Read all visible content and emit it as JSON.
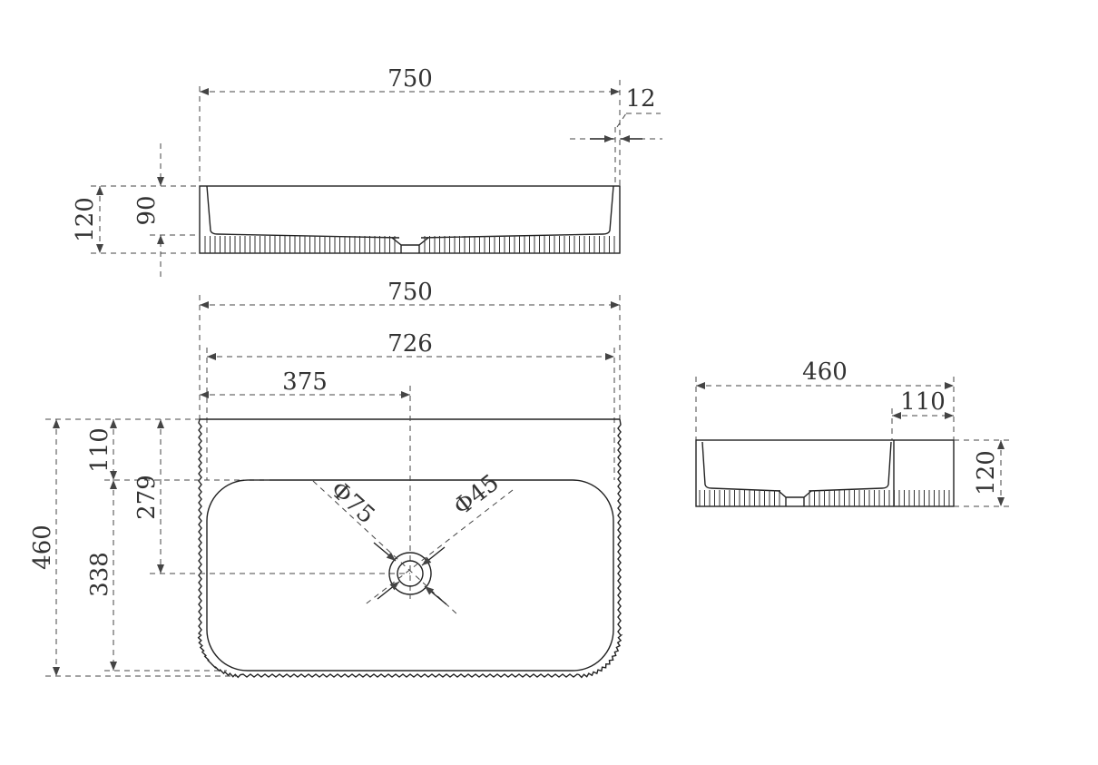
{
  "drawing": {
    "front_view": {
      "width": "750",
      "rim": "12",
      "height": "120",
      "depth": "90"
    },
    "plan_view": {
      "width": "750",
      "inner_width": "726",
      "drain_offset_x": "375",
      "depth": "460",
      "rim_back": "110",
      "bowl_front": "338",
      "drain_offset_y": "279",
      "drain_outer_dia": "Φ75",
      "drain_inner_dia": "Φ45"
    },
    "side_view": {
      "depth": "460",
      "fluted_depth": "110",
      "height": "120"
    }
  }
}
